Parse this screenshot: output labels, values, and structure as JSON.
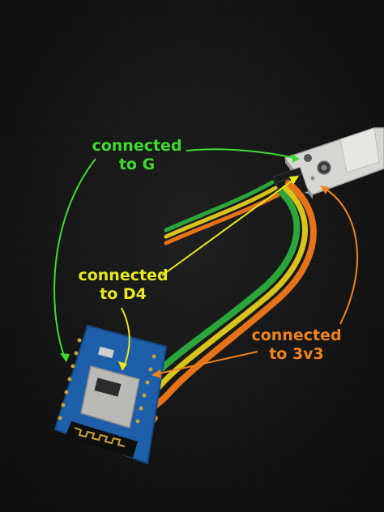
{
  "annotations": [
    {
      "id": "g",
      "line1": "connected",
      "line2": "to G",
      "color": "#3ddc2e"
    },
    {
      "id": "d4",
      "line1": "connected",
      "line2": "to D4",
      "color": "#e8e820"
    },
    {
      "id": "v33",
      "line1": "connected",
      "line2": "to 3v3",
      "color": "#f0841c"
    }
  ],
  "colors": {
    "background": "#141414",
    "pcb": "#1d5fa8",
    "wire_green": "#2aa63a",
    "wire_yellow": "#d8c41a",
    "wire_orange": "#e6731a",
    "sensor_board": "#d9d9d6"
  }
}
